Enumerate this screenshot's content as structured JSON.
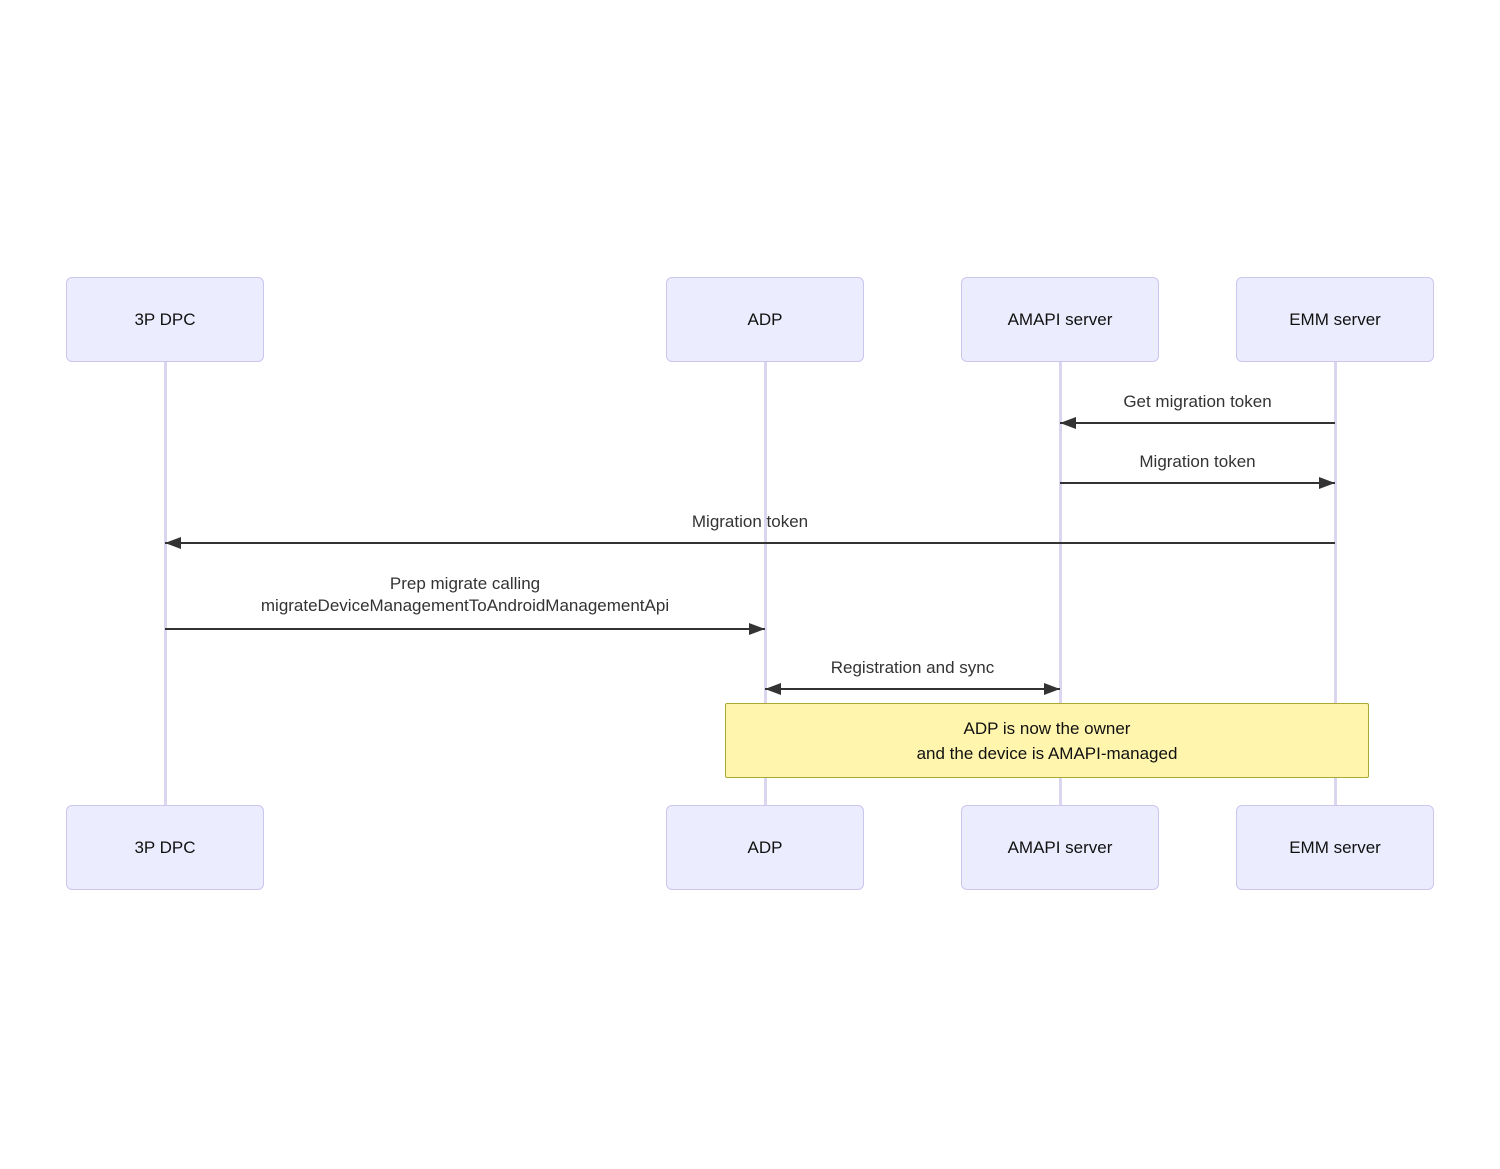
{
  "diagram": {
    "type": "sequence",
    "actors": [
      {
        "id": "3p-dpc",
        "label": "3P DPC"
      },
      {
        "id": "adp",
        "label": "ADP"
      },
      {
        "id": "amapi-server",
        "label": "AMAPI server"
      },
      {
        "id": "emm-server",
        "label": "EMM server"
      }
    ],
    "messages": [
      {
        "from": "EMM server",
        "to": "AMAPI server",
        "direction": "to_left",
        "label": "Get migration token"
      },
      {
        "from": "AMAPI server",
        "to": "EMM server",
        "direction": "to_right",
        "label": "Migration token"
      },
      {
        "from": "EMM server",
        "to": "3P DPC",
        "direction": "to_left",
        "label": "Migration token"
      },
      {
        "from": "3P DPC",
        "to": "ADP",
        "direction": "to_right",
        "label_lines": [
          "Prep migrate calling",
          "migrateDeviceManagementToAndroidManagementApi"
        ]
      },
      {
        "from": "ADP",
        "to": "AMAPI server",
        "direction": "bidirectional",
        "label": "Registration and sync"
      }
    ],
    "note": {
      "over": "ADP, EMM server",
      "lines": [
        "ADP is now the owner",
        "and the device is AMAPI-managed"
      ]
    },
    "colors": {
      "actor_fill": "#ECECFF",
      "actor_border": "#CCC6EE",
      "actor_text": "#111111",
      "lifeline": "#DCD5F0",
      "arrow": "#333333",
      "text": "#333333",
      "note_fill": "#FFF5AD",
      "note_border": "#AAAA33",
      "note_text": "#111111"
    }
  }
}
